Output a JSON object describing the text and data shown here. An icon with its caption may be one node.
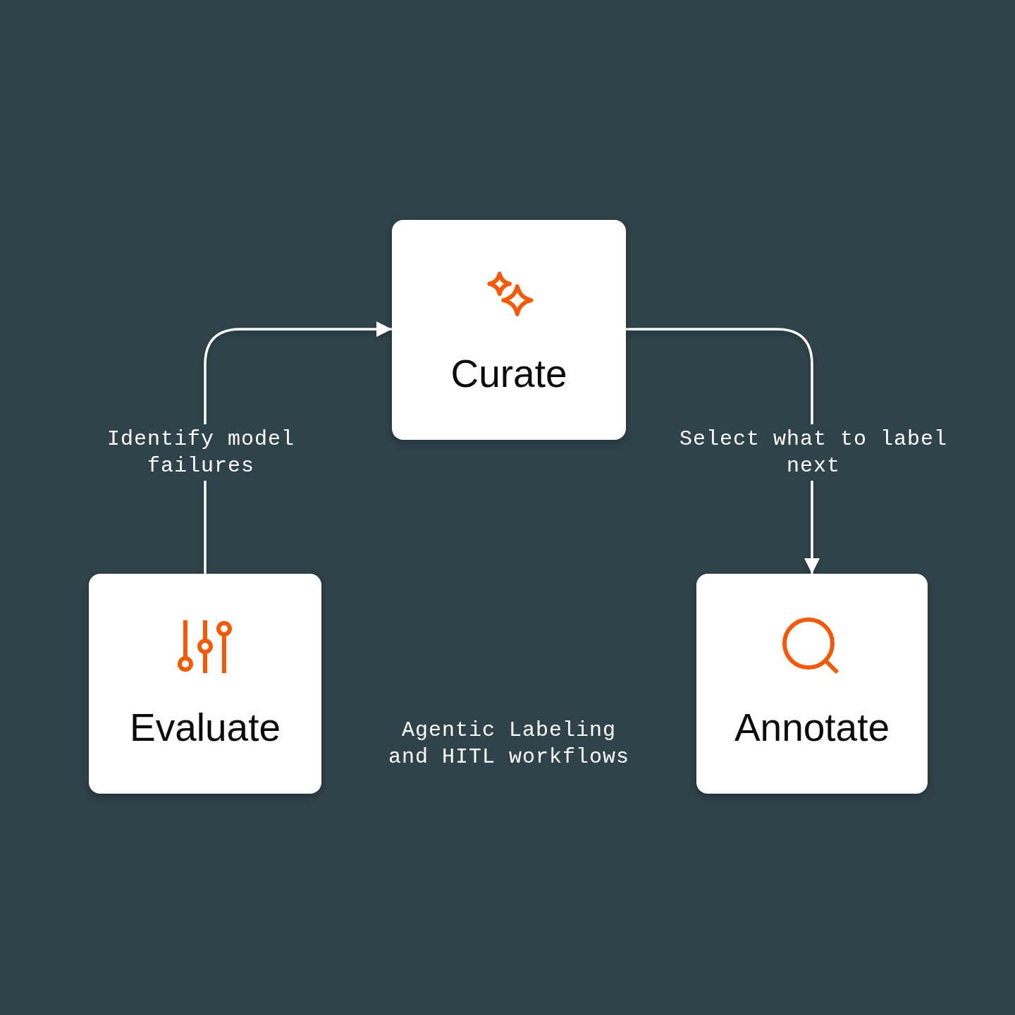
{
  "diagram": {
    "nodes": [
      {
        "text": [
          "Curate"
        ]
      },
      {
        "text": [
          "Evaluate"
        ]
      },
      {
        "text": [
          "Annotate"
        ]
      }
    ],
    "edges": [
      {
        "from": 0,
        "to": 2,
        "arrow": "to",
        "label": "Select what to label next"
      },
      {
        "from": 2,
        "to": 1,
        "arrow": "to",
        "label": "Agentic Labeling and HITL workflows"
      },
      {
        "from": 1,
        "to": 0,
        "arrow": "to",
        "label": "Identify model failures"
      }
    ]
  }
}
